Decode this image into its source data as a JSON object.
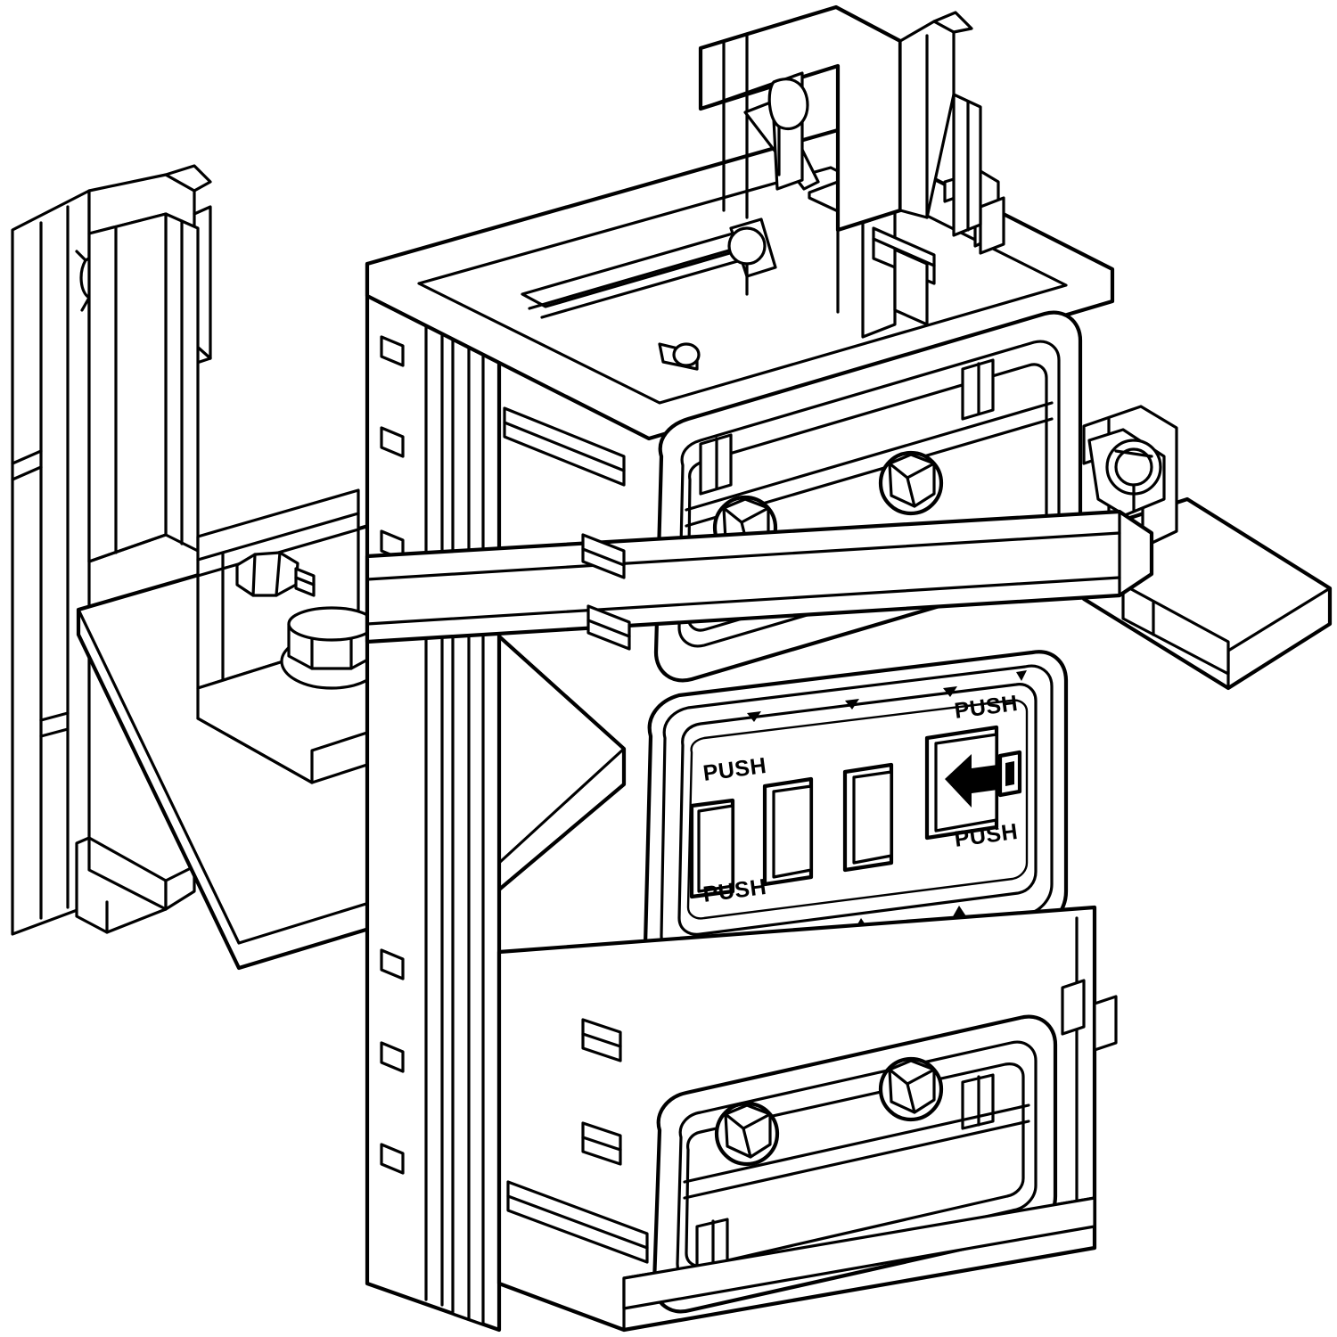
{
  "drawing": {
    "title": "Isometric technical line drawing of a bracket-mounted control panel assembly",
    "style": "patent / exploded technical illustration, black line art on white",
    "background_color": "#ffffff",
    "line_color": "#000000"
  },
  "panel": {
    "name": "control-panel",
    "labels": {
      "push_top_left": "PUSH",
      "push_bottom_left": "PUSH",
      "push_top_right": "PUSH",
      "push_bottom_right": "PUSH"
    },
    "buttons": [
      {
        "id": "button-1",
        "type": "blank-rocker"
      },
      {
        "id": "button-2",
        "type": "blank-rocker"
      },
      {
        "id": "button-3",
        "type": "blank-rocker"
      },
      {
        "id": "button-4",
        "type": "arrow-left-icon"
      }
    ],
    "icon_name": "arrow-left-icon"
  },
  "fasteners": {
    "upper_panel_bolts": 2,
    "lower_panel_bolts": 2,
    "left_bracket_bolts": 3
  },
  "parts": [
    {
      "name": "top-open-box-housing"
    },
    {
      "name": "upright-hook-tab"
    },
    {
      "name": "center-column"
    },
    {
      "name": "upper-bolt-plate"
    },
    {
      "name": "lower-bolt-plate"
    },
    {
      "name": "left-mounting-bracket"
    },
    {
      "name": "left-shelf-plate"
    },
    {
      "name": "right-shelf-plate"
    },
    {
      "name": "cross-rail"
    }
  ]
}
